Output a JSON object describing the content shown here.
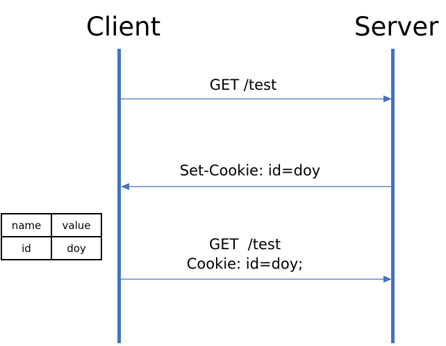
{
  "actors": {
    "client": "Client",
    "server": "Server"
  },
  "colors": {
    "lifeline": "#4472C4",
    "arrow": "#4472C4"
  },
  "messages": [
    {
      "label": "GET /test",
      "direction": "client-to-server"
    },
    {
      "label": "Set-Cookie: id=doy",
      "direction": "server-to-client"
    },
    {
      "label_line1": "GET  /test",
      "label_line2": "Cookie: id=doy;",
      "direction": "client-to-server"
    }
  ],
  "cookie_table": {
    "headers": [
      "name",
      "value"
    ],
    "rows": [
      [
        "id",
        "doy"
      ]
    ]
  }
}
